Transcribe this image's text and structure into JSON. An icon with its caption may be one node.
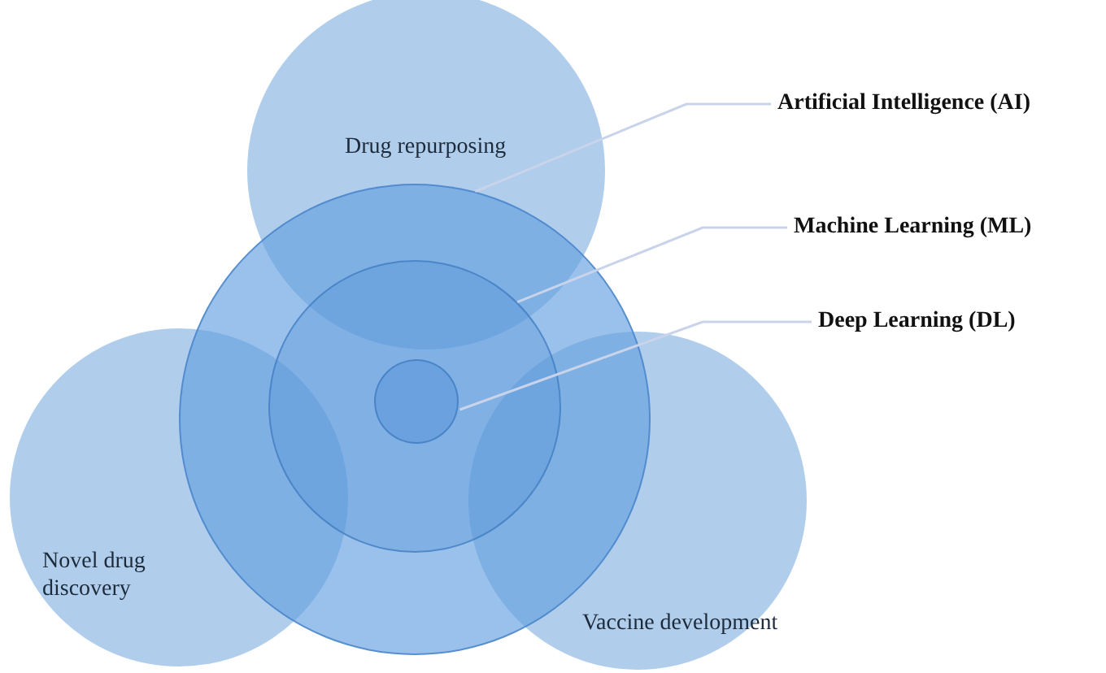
{
  "diagram": {
    "nodes": [
      {
        "text": [
          "Drug repurposing"
        ]
      },
      {
        "text": [
          "Novel drug discovery"
        ]
      },
      {
        "text": [
          "Vaccine development"
        ]
      },
      {
        "text": [],
        "shape": "circle"
      },
      {
        "text": [],
        "shape": "circle",
        "in": 3
      },
      {
        "text": [],
        "shape": "circle",
        "in": 4
      },
      {
        "text": [
          "Artificial Intelligence (AI)"
        ]
      },
      {
        "text": [
          "Machine Learning (ML)"
        ]
      },
      {
        "text": [
          "Deep Learning (DL)"
        ]
      }
    ],
    "edges": [
      {
        "from": 6,
        "to": 3,
        "arrow": "none"
      },
      {
        "from": 7,
        "to": 4,
        "arrow": "none"
      },
      {
        "from": 8,
        "to": 5,
        "arrow": "none"
      }
    ]
  }
}
